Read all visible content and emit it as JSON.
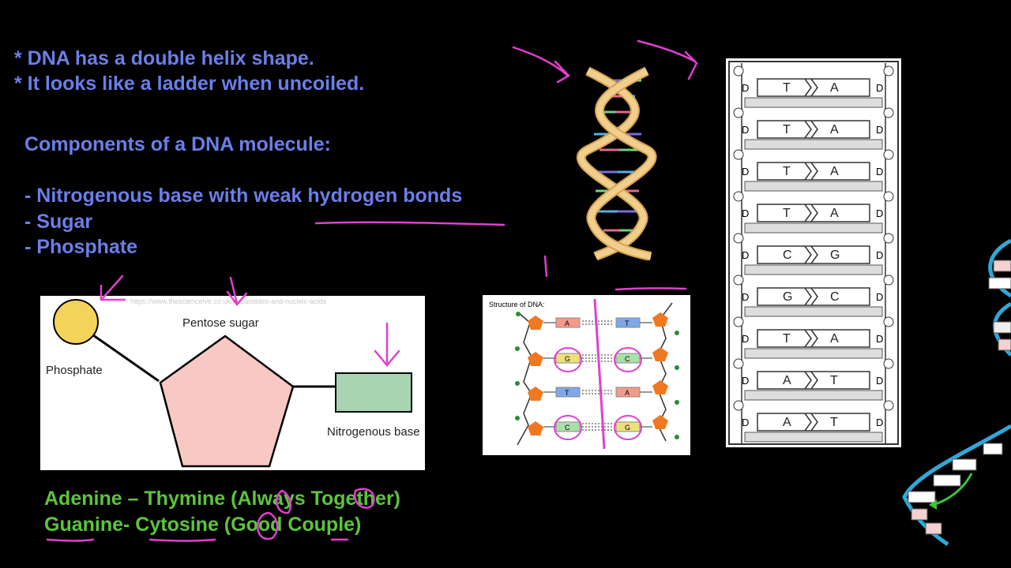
{
  "intro": {
    "line1": "* DNA has a double helix shape.",
    "line2": "* It looks like a ladder when uncoiled."
  },
  "components": {
    "heading": "Components of a DNA molecule:",
    "items": [
      "- Nitrogenous base with weak hydrogen bonds",
      "- Sugar",
      "- Phosphate"
    ]
  },
  "nucleotide_diagram": {
    "url": "https://www.thescienceive.co.uk/nucleotides-and-nucleic-acids",
    "phosphate_label": "Phosphate",
    "sugar_label": "Pentose sugar",
    "base_label": "Nitrogenous base"
  },
  "structure_diagram": {
    "title": "Structure of DNA:",
    "pairs": [
      {
        "left": "A",
        "right": "T"
      },
      {
        "left": "G",
        "right": "C"
      },
      {
        "left": "T",
        "right": "A"
      },
      {
        "left": "C",
        "right": "G"
      }
    ]
  },
  "ladder": {
    "rungs": [
      {
        "left": "T",
        "right": "A"
      },
      {
        "left": "T",
        "right": "A"
      },
      {
        "left": "T",
        "right": "A"
      },
      {
        "left": "T",
        "right": "A"
      },
      {
        "left": "C",
        "right": "G"
      },
      {
        "left": "G",
        "right": "C"
      },
      {
        "left": "T",
        "right": "A"
      },
      {
        "left": "A",
        "right": "T"
      },
      {
        "left": "A",
        "right": "T"
      }
    ]
  },
  "pairing": {
    "line1": "Adenine – Thymine (Always Together)",
    "line2": "Guanine- Cytosine (Good Couple)"
  },
  "colors": {
    "text_blue": "#6a7fe8",
    "text_green": "#5ec43a",
    "annotation_magenta": "#e040d0",
    "helix_strand": "#e8c078",
    "phosphate_fill": "#f5d35a",
    "sugar_fill": "#f8c9c2",
    "base_fill": "#a8d4b2"
  }
}
